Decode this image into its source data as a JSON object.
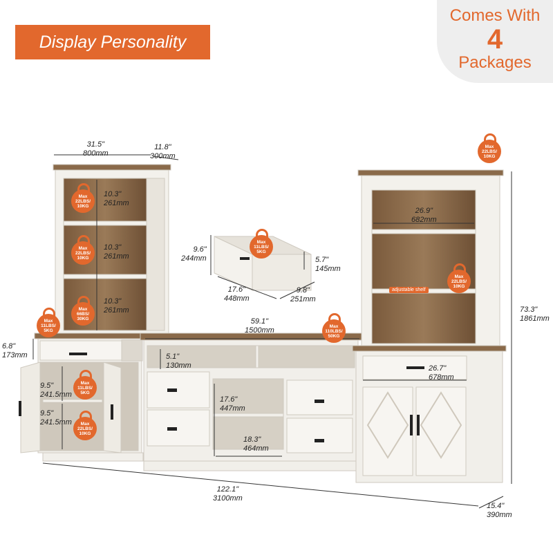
{
  "banner": {
    "text": "Display Personality"
  },
  "packages": {
    "line1": "Comes With",
    "count": "4",
    "line2": "Packages"
  },
  "badges": {
    "left_top": [
      "Max",
      "22LBS/",
      "10KG"
    ],
    "left_mid": [
      "Max",
      "22LBS/",
      "10KG"
    ],
    "left_low": [
      "Max",
      "66BS/",
      "30KG"
    ],
    "left_drawer": [
      "Max",
      "11LBS/",
      "5KG"
    ],
    "drawer": [
      "Max",
      "11LBS/",
      "5KG"
    ],
    "cab_top": [
      "Max",
      "11LBS/",
      "5KG"
    ],
    "cab_low": [
      "Max",
      "22LBS/",
      "10KG"
    ],
    "tv": [
      "Max",
      "110LBS/",
      "50KG"
    ],
    "right_top": [
      "Max",
      "22LBS/",
      "10KG"
    ],
    "right_shelf": [
      "Max",
      "22LBS/",
      "10KG"
    ]
  },
  "adjustable_shelf": "adjustable shelf",
  "dims": {
    "hutch_w": {
      "v": "31.5\"",
      "m": "800mm"
    },
    "hutch_d": {
      "v": "11.8\"",
      "m": "300mm"
    },
    "shelf1": {
      "v": "10.3\"",
      "m": "261mm"
    },
    "shelf2": {
      "v": "10.3\"",
      "m": "261mm"
    },
    "shelf3": {
      "v": "10.3\"",
      "m": "261mm"
    },
    "drawer_h": {
      "v": "9.6\"",
      "m": "244mm"
    },
    "drawer_inner": {
      "v": "5.7\"",
      "m": "145mm"
    },
    "drawer_w": {
      "v": "17.6\"",
      "m": "448mm"
    },
    "drawer_d": {
      "v": "9.8\"",
      "m": "251mm"
    },
    "right_inner": {
      "v": "26.9\"",
      "m": "682mm"
    },
    "tv_w": {
      "v": "59.1\"",
      "m": "1500mm"
    },
    "side_drawer": {
      "v": "6.8\"",
      "m": "173mm"
    },
    "open_shelf": {
      "v": "5.1\"",
      "m": "130mm"
    },
    "right_drawer": {
      "v": "26.7\"",
      "m": "678mm"
    },
    "cab1": {
      "v": "9.5\"",
      "m": "241.5mm"
    },
    "cab2": {
      "v": "9.5\"",
      "m": "241.5mm"
    },
    "center_h": {
      "v": "17.6\"",
      "m": "447mm"
    },
    "center_w": {
      "v": "18.3\"",
      "m": "464mm"
    },
    "height": {
      "v": "73.3\"",
      "m": "1861mm"
    },
    "total_w": {
      "v": "122.1\"",
      "m": "3100mm"
    },
    "depth": {
      "v": "15.4\"",
      "m": "390mm"
    }
  },
  "colors": {
    "accent": "#e2682d",
    "wood": "#8a6a4a",
    "cabinet": "#f1efea",
    "handle": "#222222"
  }
}
